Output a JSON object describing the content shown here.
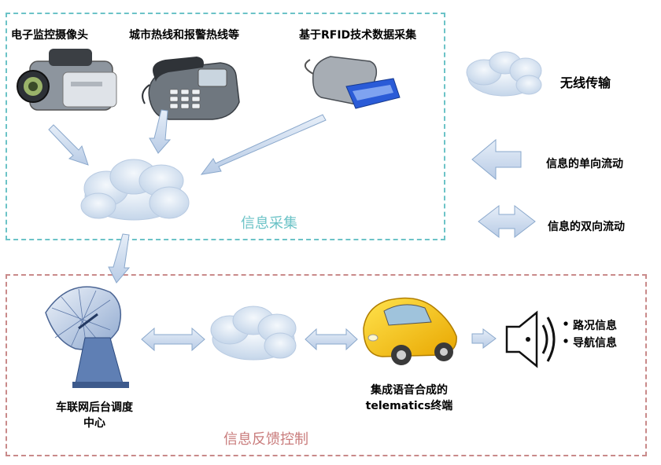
{
  "sources": {
    "camera": "电子监控摄像头",
    "phone": "城市热线和报警热线等",
    "rfid": "基于RFID技术数据采集"
  },
  "sections": {
    "collection": "信息采集",
    "feedback": "信息反馈控制"
  },
  "legend": {
    "wireless": "无线传输",
    "one_way": "信息的单向流动",
    "two_way": "信息的双向流动"
  },
  "nodes": {
    "center_line1": "车联网后台调度",
    "center_line2": "中心",
    "terminal_line1": "集成语音合成的",
    "terminal_line2": "telematics终端"
  },
  "outputs": {
    "road": "路况信息",
    "nav": "导航信息"
  },
  "colors": {
    "collection_border": "#6cc3c7",
    "feedback_border": "#c98a8a",
    "collection_text": "#6cc3c7",
    "feedback_text": "#c97c7c",
    "arrow_fill": "#c9d9ee",
    "arrow_stroke": "#8aa8cc",
    "cloud_fill": "#dde8f4"
  },
  "icons": [
    "camera-icon",
    "telephone-icon",
    "rfid-reader-icon",
    "cloud-icon",
    "satellite-dish-icon",
    "car-icon",
    "speaker-icon"
  ]
}
